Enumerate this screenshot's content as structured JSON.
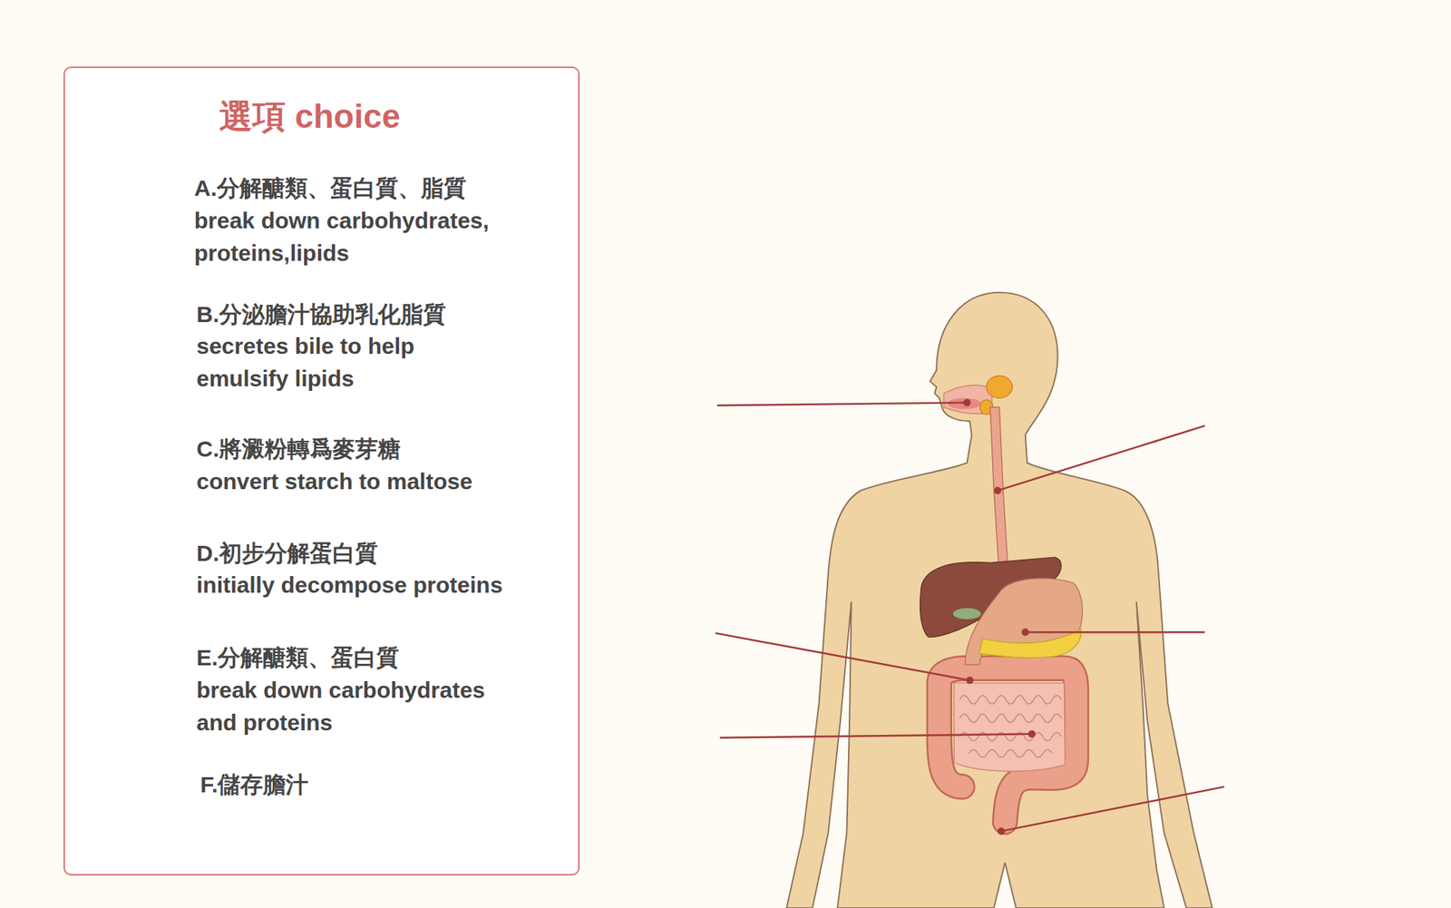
{
  "diagram": {
    "nodes": [
      {
        "text": [
          "選項 choice",
          "A.分解醣類、蛋白質、脂質",
          "break down carbohydrates, proteins,lipids",
          "B.分泌膽汁協助乳化脂質",
          "secretes bile to help emulsify lipids",
          "C.將澱粉轉爲麥芽糖",
          "convert starch to maltose",
          "D.初步分解蛋白質",
          "initially decompose proteins",
          "E.分解醣類、蛋白質",
          "break down carbohydrates and proteins",
          "F.儲存膽汁"
        ]
      }
    ]
  }
}
